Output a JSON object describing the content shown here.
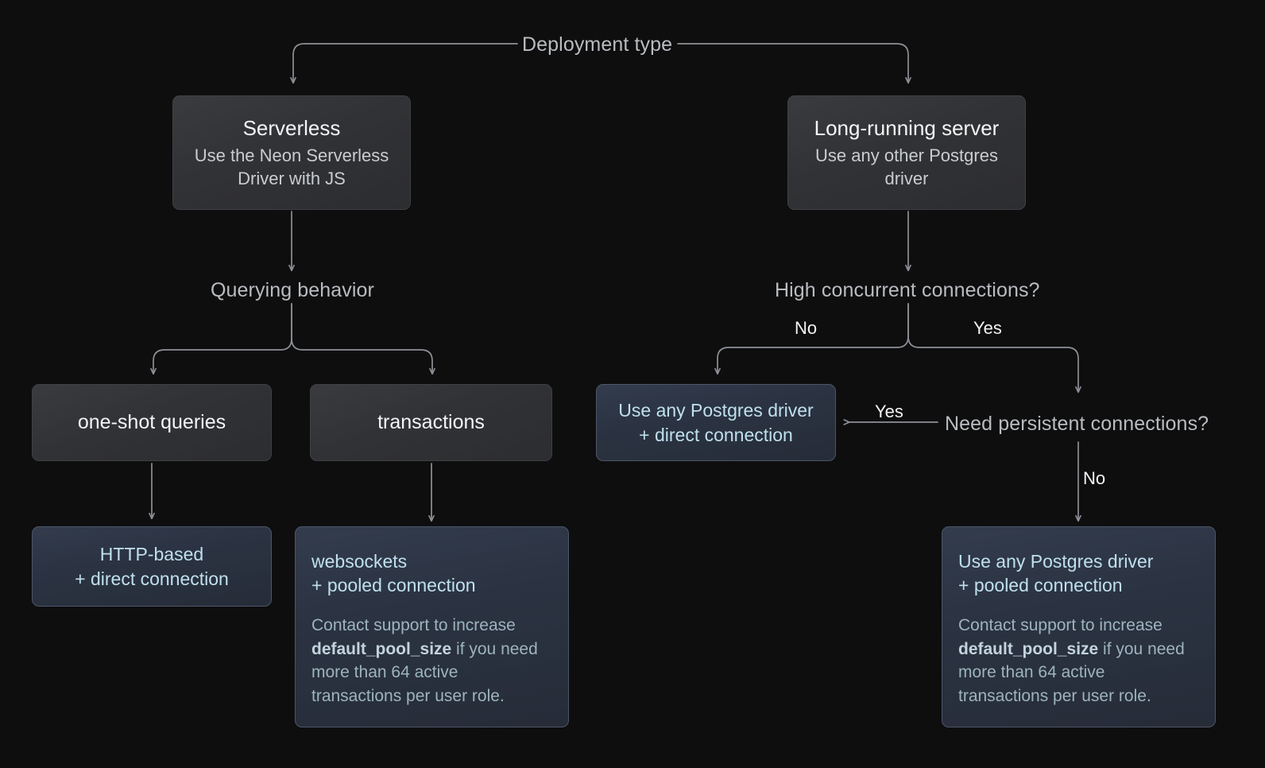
{
  "diagram": {
    "root": {
      "label": "Deployment type"
    },
    "nodes": {
      "serverless": {
        "title": "Serverless",
        "subtitle": "Use the Neon Serverless Driver with JS"
      },
      "long_running": {
        "title": "Long-running server",
        "subtitle": "Use any other Postgres driver"
      },
      "querying_behavior": {
        "label": "Querying behavior"
      },
      "high_concurrent": {
        "label": "High concurrent connections?"
      },
      "one_shot": {
        "title": "one-shot queries"
      },
      "transactions": {
        "title": "transactions"
      },
      "need_persistent": {
        "label": "Need persistent connections?"
      },
      "http_direct": {
        "headline_line1": "HTTP-based",
        "headline_line2": "+ direct connection"
      },
      "driver_direct": {
        "headline_line1": "Use any Postgres driver",
        "headline_line2": "+ direct connection"
      },
      "websockets_pooled": {
        "headline_line1": "websockets",
        "headline_line2": "+ pooled connection",
        "note_before": "Contact support to increase ",
        "note_code": "default_pool_size",
        "note_after": " if you need more than 64 active transactions per user role."
      },
      "driver_pooled": {
        "headline_line1": "Use any Postgres driver",
        "headline_line2": "+ pooled connection",
        "note_before": "Contact support to increase ",
        "note_code": "default_pool_size",
        "note_after": " if you need more than 64 active transactions per user role."
      }
    },
    "edge_labels": {
      "concurrent_no": "No",
      "concurrent_yes": "Yes",
      "persistent_yes": "Yes",
      "persistent_no": "No"
    },
    "colors": {
      "background": "#0e0e0f",
      "connector": "#8d9095",
      "grey_box_fill": "#31323600",
      "blue_box_fill": "#2b3342",
      "blue_text": "#bfe0ec",
      "muted_text": "#b9bcc0"
    }
  }
}
